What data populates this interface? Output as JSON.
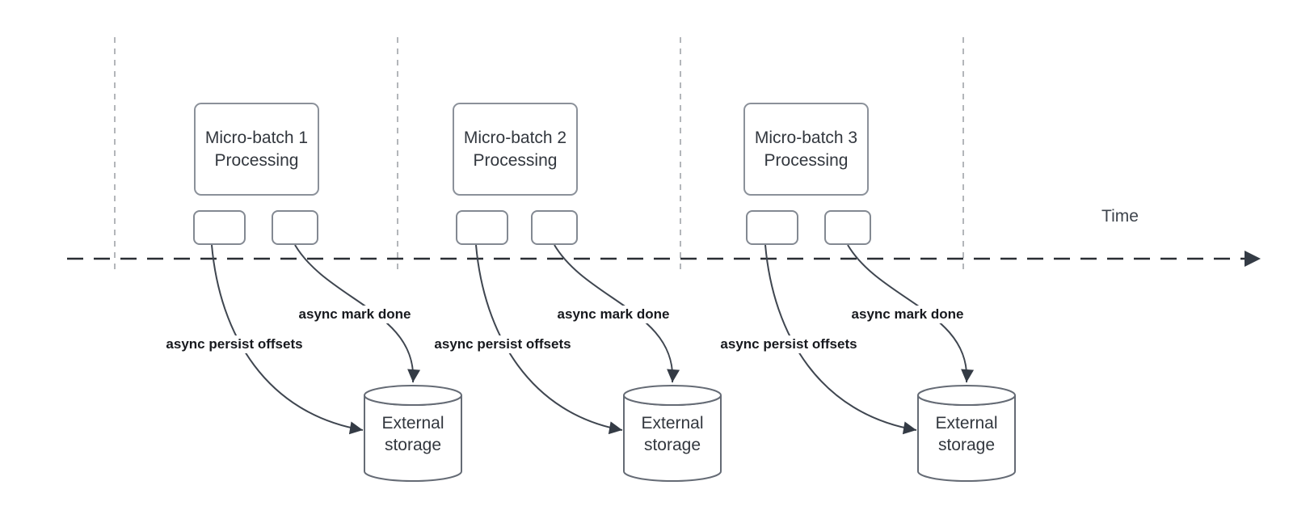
{
  "time_label": "Time",
  "batches": [
    {
      "box_label": "Micro-batch 1\nProcessing",
      "persist_label": "async persist offsets",
      "mark_label": "async mark done",
      "storage_label": "External\nstorage"
    },
    {
      "box_label": "Micro-batch 2\nProcessing",
      "persist_label": "async persist offsets",
      "mark_label": "async mark done",
      "storage_label": "External\nstorage"
    },
    {
      "box_label": "Micro-batch 3\nProcessing",
      "persist_label": "async persist offsets",
      "mark_label": "async mark done",
      "storage_label": "External\nstorage"
    }
  ],
  "colors": {
    "background": "#ffffff",
    "guide_line": "#b3b6ba",
    "timeline": "#2a2e34",
    "arrow": "#3f4650",
    "arrowhead": "#343b45",
    "box_border": "#8b919a",
    "cylinder_border": "#656b75",
    "node_text": "#32373e",
    "edge_label_text": "#17191e"
  }
}
